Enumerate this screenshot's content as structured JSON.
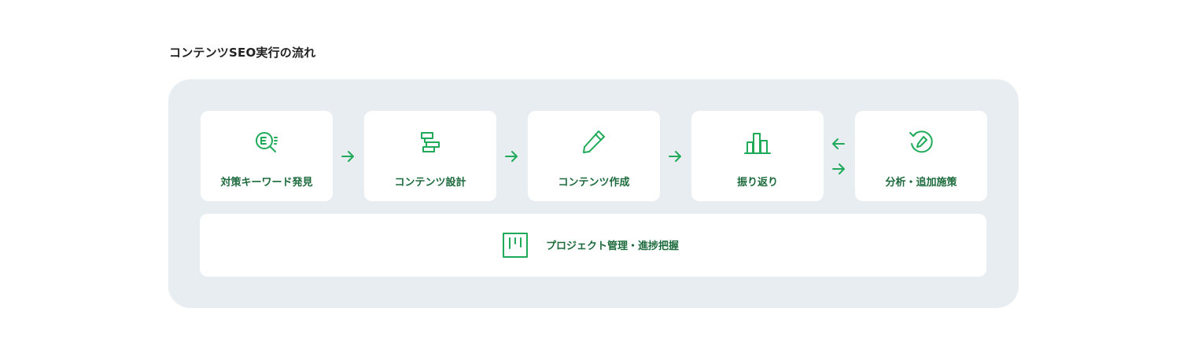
{
  "title": "コンテンツSEO実行の流れ",
  "colors": {
    "accent": "#1faa59",
    "label": "#1d6a3d",
    "panel": "#e7edf0",
    "card": "#ffffff"
  },
  "steps": [
    {
      "label": "対策キーワード発見",
      "icon": "search-document-icon"
    },
    {
      "label": "コンテンツ設計",
      "icon": "layout-blocks-icon"
    },
    {
      "label": "コンテンツ作成",
      "icon": "pencil-icon"
    },
    {
      "label": "振り返り",
      "icon": "bar-chart-icon"
    },
    {
      "label": "分析・追加施策",
      "icon": "refresh-edit-icon"
    }
  ],
  "footer": {
    "label": "プロジェクト管理・進捗把握",
    "icon": "kanban-board-icon"
  }
}
